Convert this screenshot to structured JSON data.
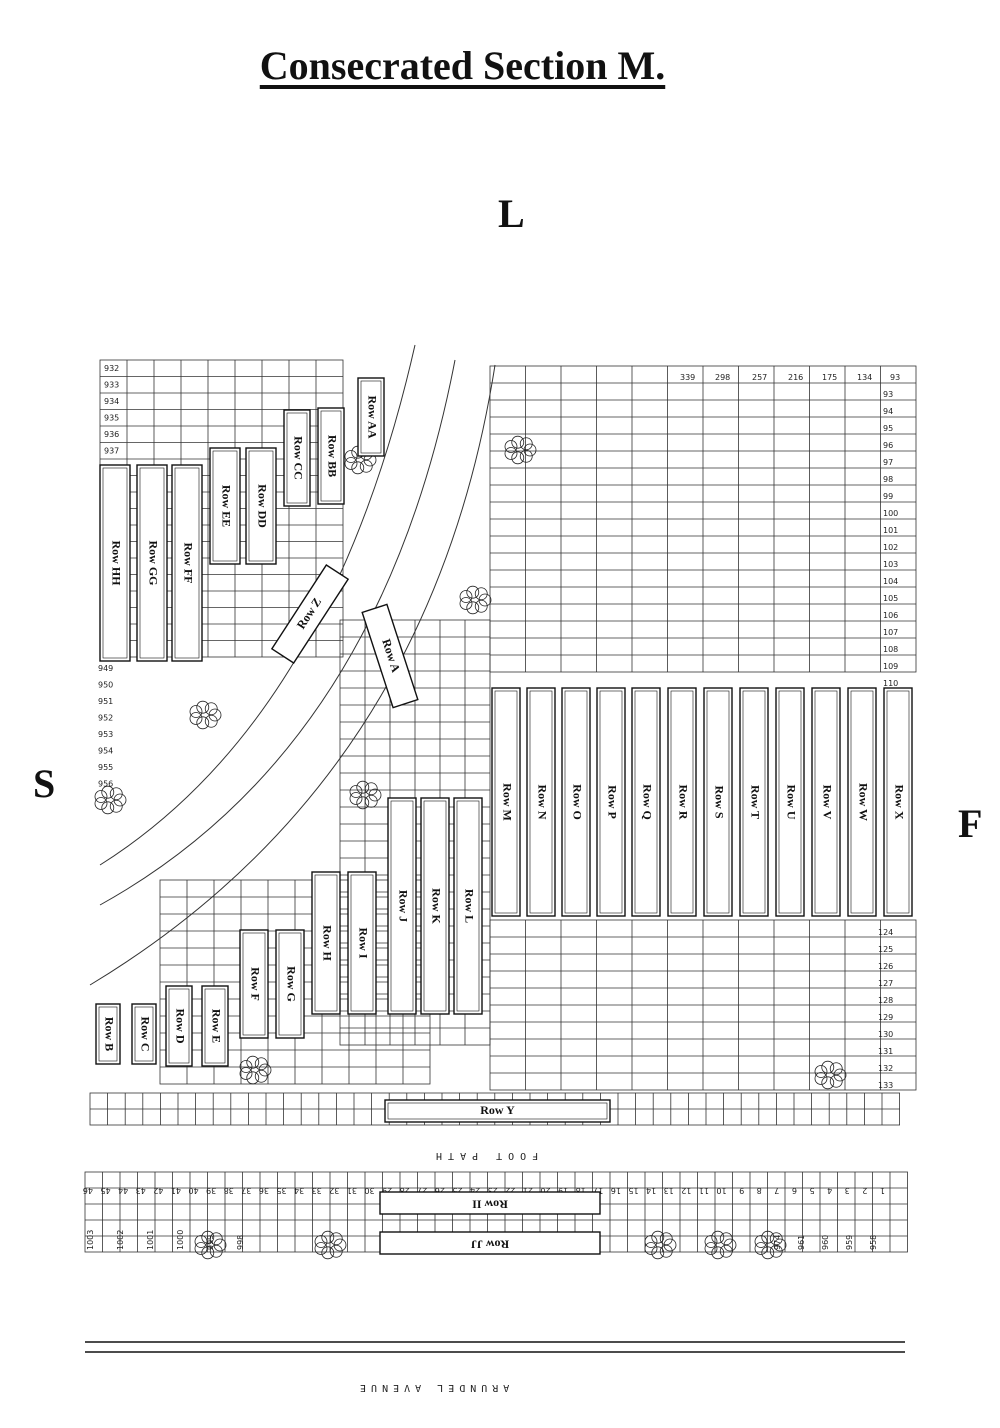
{
  "title": "Consecrated Section M.",
  "compass": {
    "north": "L",
    "west": "S",
    "east": "F"
  },
  "footpath_label": "FOOT PATH",
  "avenue_label": "ARUNDEL AVENUE",
  "colors": {
    "ink": "#111111",
    "grid": "#333333",
    "paper": "#ffffff"
  },
  "rows_main": [
    "Row M",
    "Row N",
    "Row O",
    "Row P",
    "Row Q",
    "Row R",
    "Row S",
    "Row T",
    "Row U",
    "Row V",
    "Row W",
    "Row X"
  ],
  "rows_mid": [
    "Row J",
    "Row K",
    "Row L"
  ],
  "rows_low": [
    "Row H",
    "Row I",
    "Row F",
    "Row G",
    "Row D",
    "Row E",
    "Row B",
    "Row C"
  ],
  "rows_left": [
    "Row HH",
    "Row GG",
    "Row FF",
    "Row EE",
    "Row DD",
    "Row CC",
    "Row BB",
    "Row AA",
    "Row Z",
    "Row A"
  ],
  "row_y": "Row Y",
  "row_ii": "Row II",
  "row_jj": "Row JJ",
  "top_numbers": [
    "339",
    "298",
    "257",
    "216",
    "175",
    "134",
    "93"
  ],
  "right_col_numbers": [
    "93",
    "94",
    "95",
    "96",
    "97",
    "98",
    "99",
    "100",
    "101",
    "102",
    "103",
    "104",
    "105",
    "106",
    "107",
    "108",
    "109",
    "110"
  ],
  "bottom_right_numbers": [
    "124",
    "125",
    "126",
    "127",
    "128",
    "129",
    "130",
    "131",
    "132",
    "133"
  ],
  "far_left_numbers": [
    "932",
    "933",
    "934",
    "935",
    "936",
    "937"
  ],
  "left_lower_numbers": [
    "949",
    "950",
    "951",
    "952",
    "953",
    "954",
    "955",
    "956"
  ],
  "bottom_strip_numbers": [
    "46",
    "45",
    "44",
    "43",
    "42",
    "41",
    "40",
    "39",
    "38",
    "37",
    "36",
    "35",
    "34",
    "33",
    "32",
    "31",
    "30",
    "29",
    "28",
    "27",
    "26",
    "25",
    "24",
    "23",
    "22",
    "21",
    "20",
    "19",
    "18",
    "17",
    "16",
    "15",
    "14",
    "13",
    "12",
    "11",
    "10",
    "9",
    "8",
    "7",
    "6",
    "5",
    "4",
    "3",
    "2",
    "1"
  ],
  "bottom_strip2_numbers": [
    "1003",
    "1002",
    "1001",
    "1000",
    "999",
    "998",
    "974",
    "961",
    "960",
    "959",
    "958"
  ]
}
